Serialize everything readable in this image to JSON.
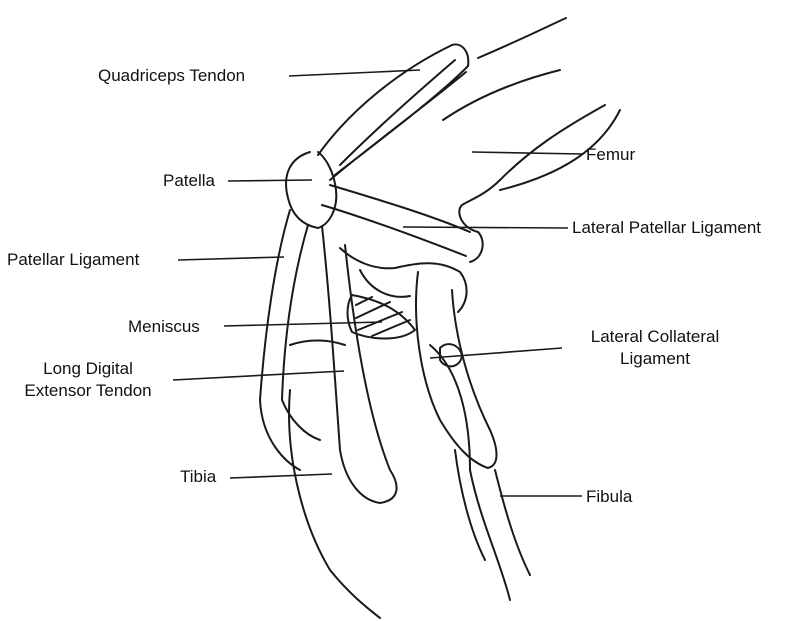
{
  "labels": {
    "quadriceps_tendon": "Quadriceps Tendon",
    "femur": "Femur",
    "patella": "Patella",
    "lateral_patellar_ligament": "Lateral Patellar Ligament",
    "patellar_ligament": "Patellar Ligament",
    "meniscus": "Meniscus",
    "lateral_collateral_ligament_line1": "Lateral Collateral",
    "lateral_collateral_ligament_line2": "Ligament",
    "long_digital_line1": "Long Digital",
    "long_digital_line2": "Extensor Tendon",
    "tibia": "Tibia",
    "fibula": "Fibula"
  },
  "colors": {
    "ink": "#1a1a1a",
    "background": "#ffffff"
  }
}
